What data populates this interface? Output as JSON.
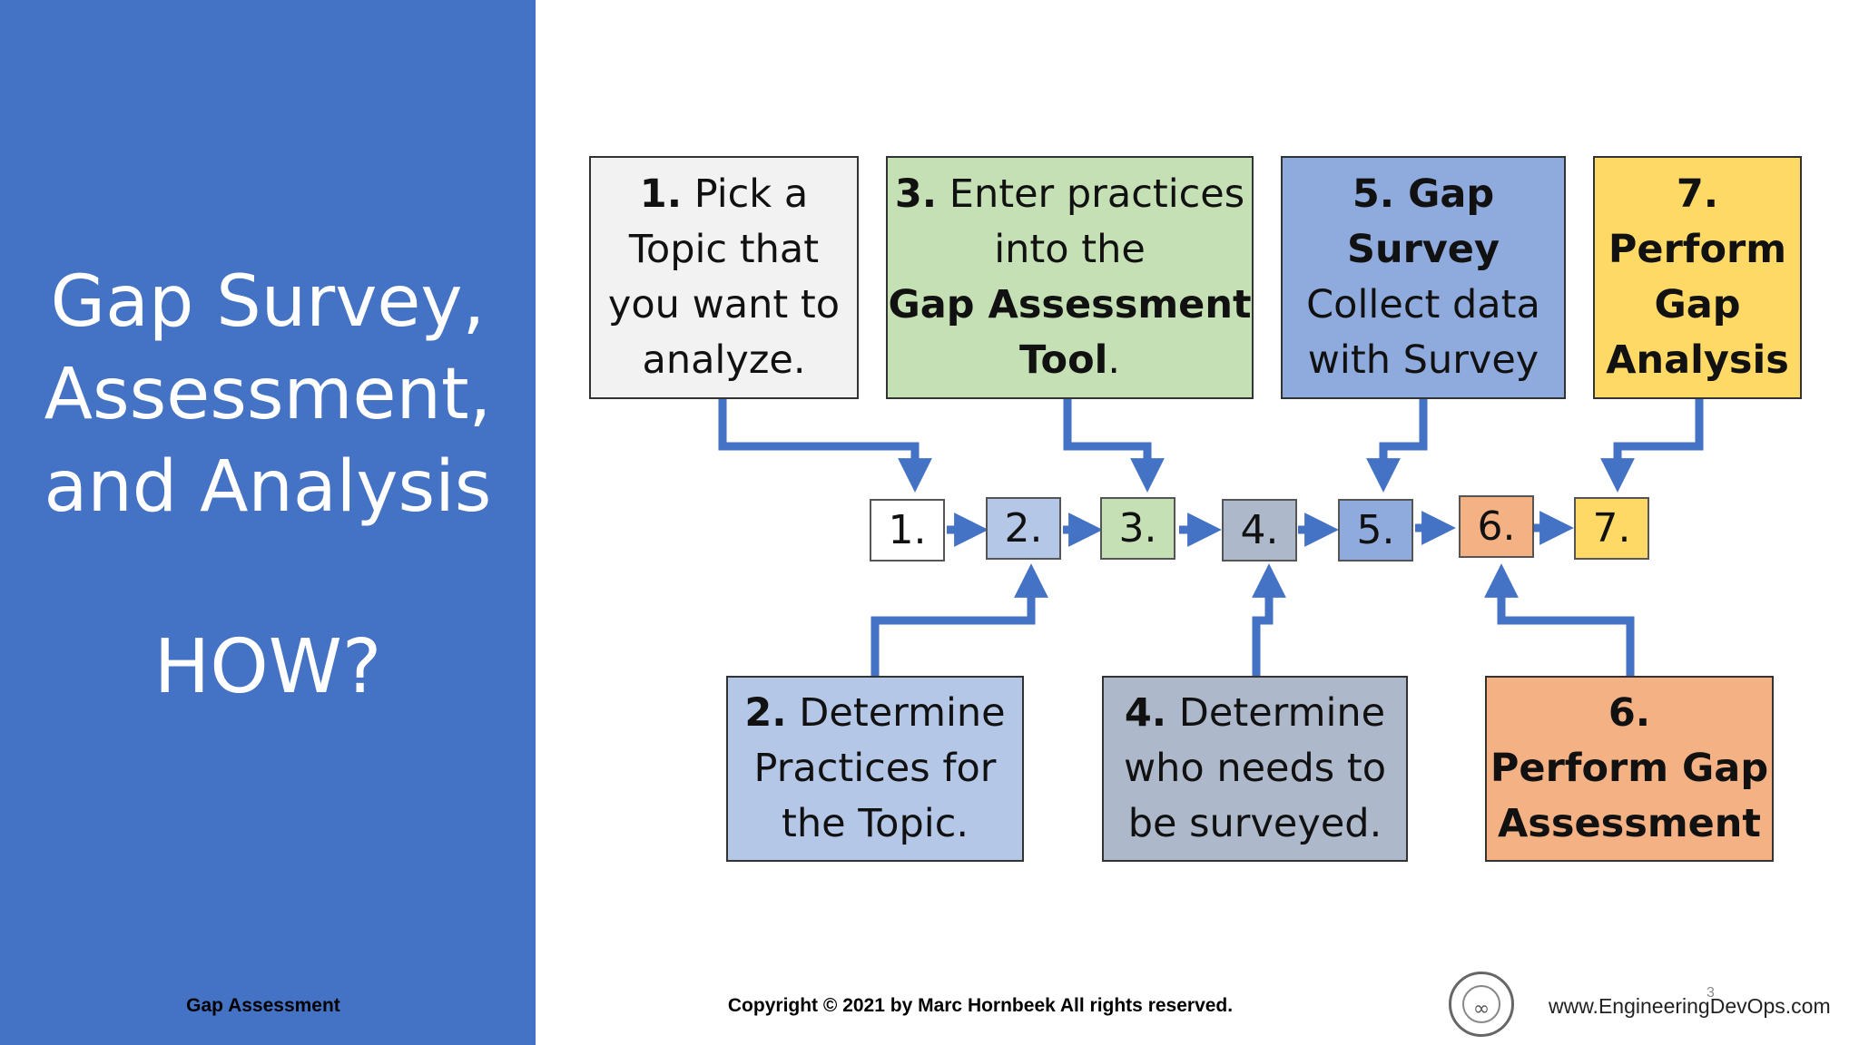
{
  "sidebar": {
    "title_lines": [
      "Gap Survey,",
      "Assessment,",
      "and Analysis"
    ],
    "question": "HOW?",
    "footer_label": "Gap Assessment"
  },
  "footer": {
    "copyright": "Copyright © 2021 by Marc Hornbeek All rights reserved.",
    "url": "www.EngineeringDevOps.com",
    "page_number": "3"
  },
  "colors": {
    "sidebar_bg": "#4472c4",
    "arrow": "#4472c4",
    "step1": "#f2f2f2",
    "step2": "#b4c7e7",
    "step3": "#c5e0b4",
    "step4": "#adb9ca",
    "step5": "#8faadc",
    "step6": "#f4b183",
    "step7": "#ffd966",
    "num1": "#ffffff"
  },
  "steps": {
    "s1": {
      "num": "1.",
      "line1": "Pick a",
      "line2": "Topic that",
      "line3": "you want to",
      "line4": "analyze."
    },
    "s2": {
      "num": "2.",
      "line1": "Determine",
      "line2": "Practices for",
      "line3": "the Topic."
    },
    "s3": {
      "num": "3.",
      "line1": "Enter practices",
      "line2": "into the",
      "line3": "Gap Assessment",
      "line4": "Tool",
      "line4_suffix": "."
    },
    "s4": {
      "num": "4.",
      "line1": "Determine",
      "line2": "who needs to",
      "line3": "be surveyed."
    },
    "s5": {
      "num": "5.",
      "line1": "Gap",
      "line2": "Survey",
      "line3": "Collect data",
      "line4": "with Survey"
    },
    "s6": {
      "num": "6.",
      "line2": "Perform Gap",
      "line3": "Assessment"
    },
    "s7": {
      "num": "7.",
      "line2": "Perform",
      "line3": "Gap",
      "line4": "Analysis"
    }
  },
  "sequence": [
    "1.",
    "2.",
    "3.",
    "4.",
    "5.",
    "6.",
    "7."
  ]
}
